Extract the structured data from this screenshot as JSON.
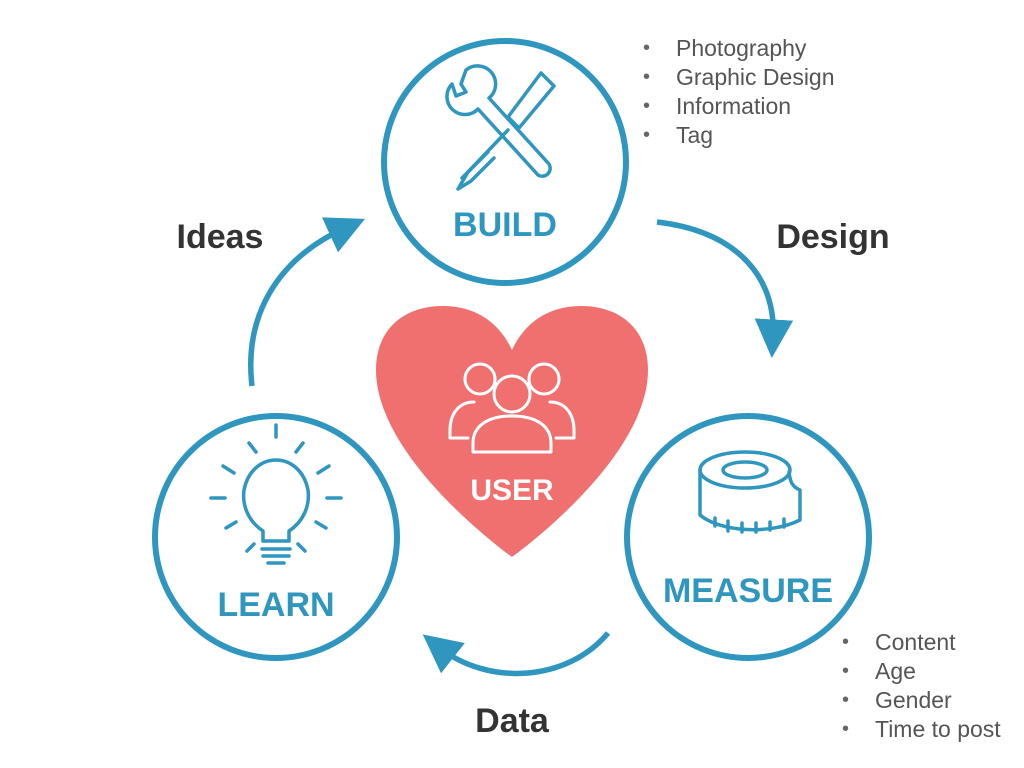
{
  "nodes": {
    "build": {
      "label": "BUILD",
      "icon": "tools-icon"
    },
    "measure": {
      "label": "MEASURE",
      "icon": "tape-measure-icon"
    },
    "learn": {
      "label": "LEARN",
      "icon": "lightbulb-icon"
    },
    "user": {
      "label": "USER",
      "icon": "users-icon"
    }
  },
  "edges": {
    "design": "Design",
    "data": "Data",
    "ideas": "Ideas"
  },
  "lists": {
    "build": [
      "Photography",
      "Graphic Design",
      "Information",
      "Tag"
    ],
    "measure": [
      "Content",
      "Age",
      "Gender",
      "Time to post"
    ]
  },
  "colors": {
    "accent": "#2f96c0",
    "heart": "#f07070",
    "text": "#333333",
    "list_text": "#555555"
  }
}
